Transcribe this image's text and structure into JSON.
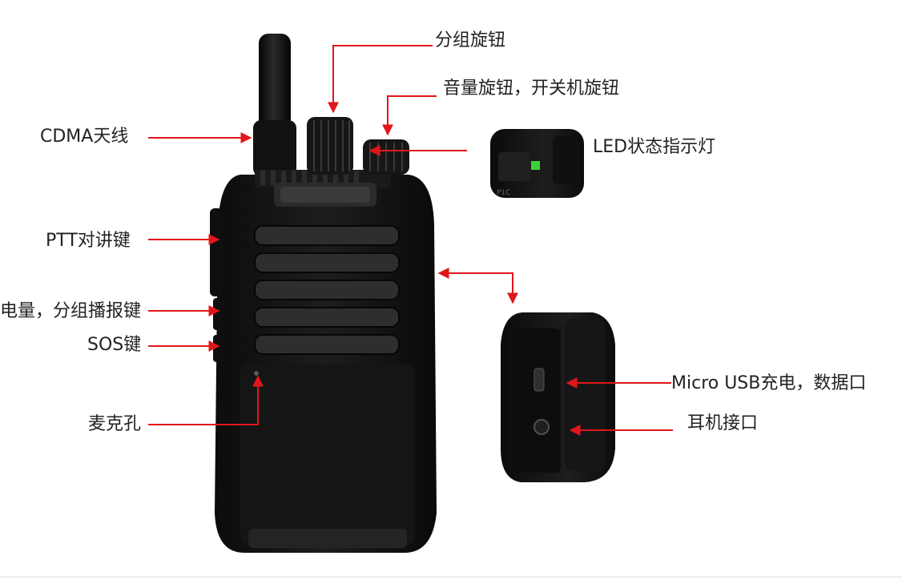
{
  "labels": {
    "group_knob": "分组旋钮",
    "volume_knob": "音量旋钮，开关机旋钮",
    "antenna": "CDMA天线",
    "led": "LED状态指示灯",
    "ptt": "PTT对讲键",
    "battery_group": "电量，分组播报键",
    "sos": "SOS键",
    "mic": "麦克孔",
    "usb": "Micro USB充电，数据口",
    "earphone": "耳机接口"
  },
  "colors": {
    "arrow": "#e0161b",
    "device": "#141414",
    "led": "#3dd23d"
  }
}
